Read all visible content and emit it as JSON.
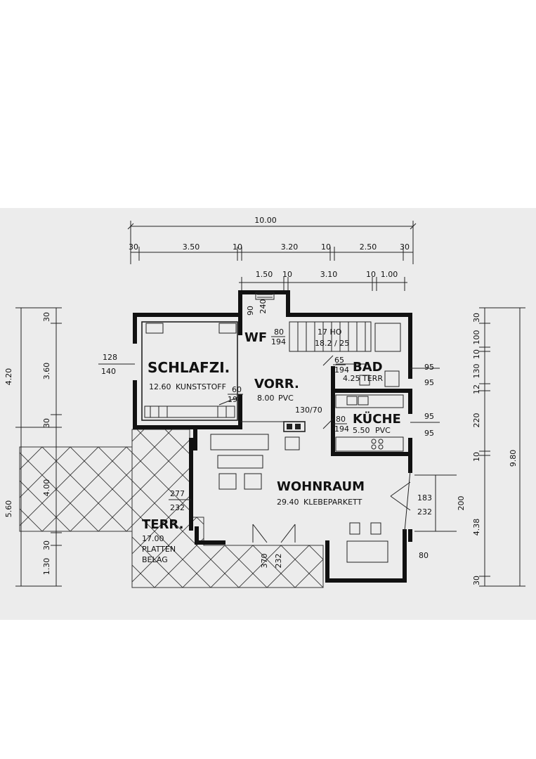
{
  "plan": {
    "rooms": {
      "schlafzimmer": {
        "name": "SCHLAFZI.",
        "area": "12.60",
        "floor": "KUNSTSTOFF"
      },
      "wf": {
        "name": "WF"
      },
      "vorraum": {
        "name": "VORR.",
        "area": "8.00",
        "floor": "PVC"
      },
      "bad": {
        "name": "BAD",
        "area": "4.25",
        "floor": "TERR"
      },
      "kueche": {
        "name": "KÜCHE",
        "area": "5.50",
        "floor": "PVC"
      },
      "wohnraum": {
        "name": "WOHNRAUM",
        "area": "29.40",
        "floor": "KLEBEPARKETT"
      },
      "terrasse": {
        "name": "TERR.",
        "area": "17.00",
        "floor_line1": "PLATTEN",
        "floor_line2": "BELAG"
      }
    },
    "stairs": {
      "line1": "17 HO",
      "line2": "18.2 / 25"
    },
    "openings": {
      "wf_door_w": "80",
      "wf_door_h": "194",
      "bad_door_w": "65",
      "bad_door_h": "194",
      "kueche_door_w": "80",
      "kueche_door_h": "194",
      "vorr_door_w": "60",
      "vorr_door_h": "194",
      "schlaf_window_w": "128",
      "schlaf_window_h": "140",
      "stair_window_w": "90",
      "stair_window_h": "240",
      "wohn_window_w": "277",
      "wohn_window_h": "232",
      "terr_door_w": "370",
      "terr_door_h": "232",
      "east_window_w": "183",
      "east_window_h": "232",
      "bay_80": "80",
      "bad_window_w": "95",
      "bad_window_h": "95",
      "kueche_window_w": "95",
      "kueche_window_h": "95",
      "vent": "130/70",
      "height_200": "200"
    },
    "dims_top": {
      "total": "10.00",
      "row2": [
        "30",
        "3.50",
        "10",
        "3.20",
        "10",
        "2.50",
        "30"
      ],
      "row3": [
        "1.50",
        "10",
        "3.10",
        "10",
        "1.00"
      ]
    },
    "dims_left": {
      "outer_upper": "4.20",
      "outer_lower": "5.60",
      "inner": [
        "30",
        "3.60",
        "30",
        "4.00",
        "30",
        "1.30"
      ]
    },
    "dims_right": {
      "total": "9.80",
      "inner": [
        "30",
        "100",
        "10",
        "130",
        "12",
        "220",
        "10",
        "4.38",
        "30"
      ]
    }
  }
}
